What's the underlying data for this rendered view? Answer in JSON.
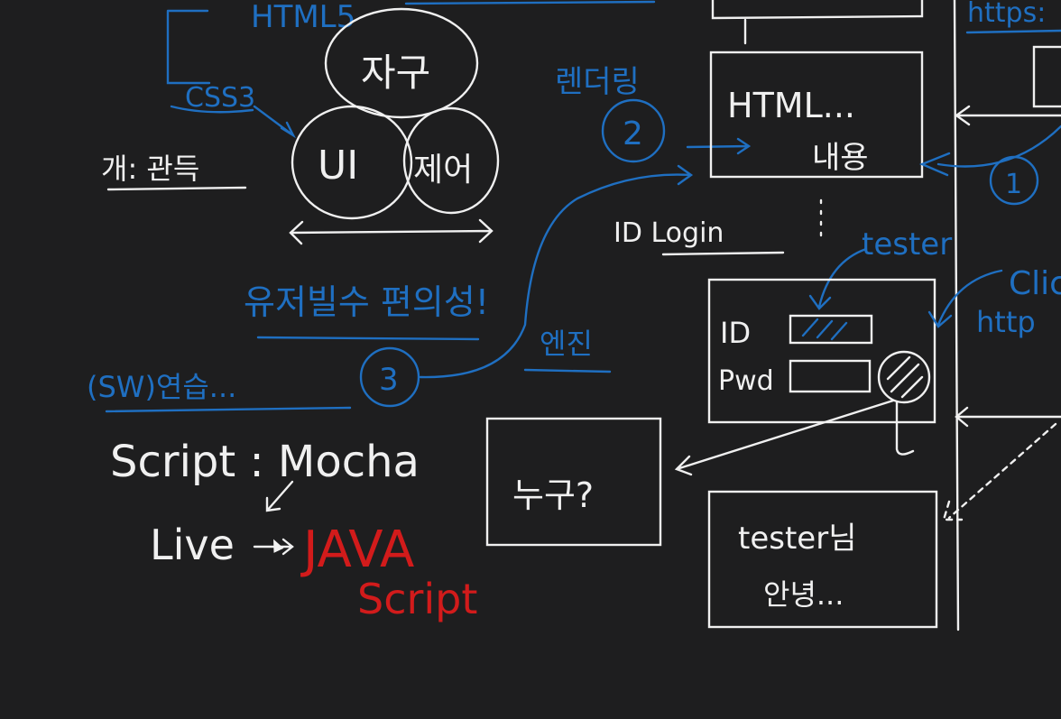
{
  "colors": {
    "background": "#1e1e1f",
    "white_ink": "#f0f0f0",
    "blue_ink": "#1f6fc1",
    "red_ink": "#d21b1b"
  },
  "notes": {
    "html5": "HTML5",
    "css3": "CSS3",
    "example": "개: 관득",
    "circle_tool": "자구",
    "circle_ui": "UI",
    "circle_control": "제어",
    "convenience": "유저빌수 편의성!",
    "rendering": "렌더링",
    "step2": "2",
    "html_content_1": "HTML...",
    "html_content_2": "내용",
    "id_login": "ID Login",
    "tester": "tester",
    "step1": "1",
    "id_label": "ID",
    "pwd_label": "Pwd",
    "click": "Clic",
    "http": "http",
    "https": "https:",
    "sw_practice": "(SW)연습...",
    "step3": "3",
    "engine": "엔진",
    "who": "누구?",
    "greeting_1": "tester님",
    "greeting_2": "안녕...",
    "script_mocha": "Script : Mocha",
    "live": "Live",
    "java": "JAVA",
    "script_red": "Script"
  }
}
